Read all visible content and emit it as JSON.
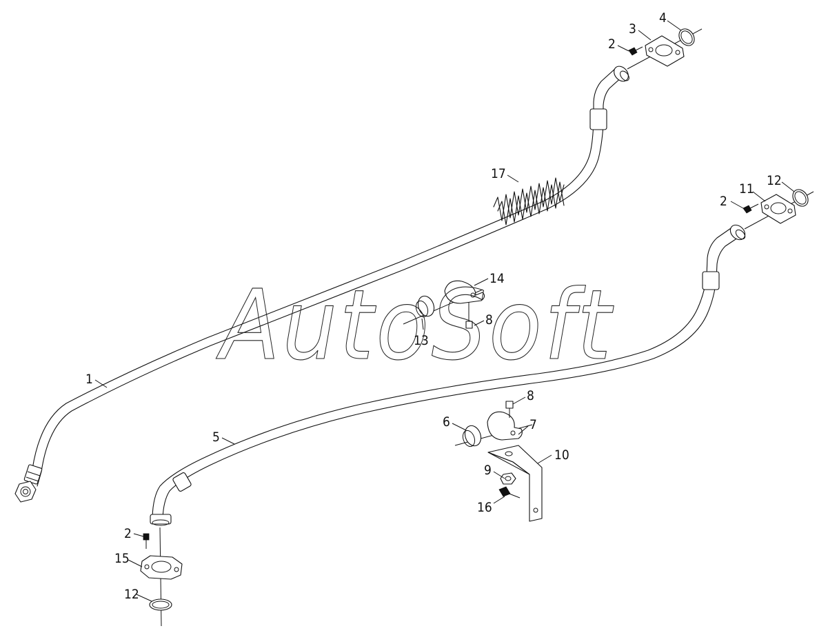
{
  "callouts": {
    "c1": "1",
    "c2a": "2",
    "c2b": "2",
    "c2c": "2",
    "c3": "3",
    "c4": "4",
    "c5": "5",
    "c6": "6",
    "c7": "7",
    "c8a": "8",
    "c8b": "8",
    "c9": "9",
    "c10": "10",
    "c11": "11",
    "c12a": "12",
    "c12b": "12",
    "c13": "13",
    "c14": "14",
    "c15": "15",
    "c16": "16",
    "c17": "17"
  },
  "watermark": "AutoSoft"
}
